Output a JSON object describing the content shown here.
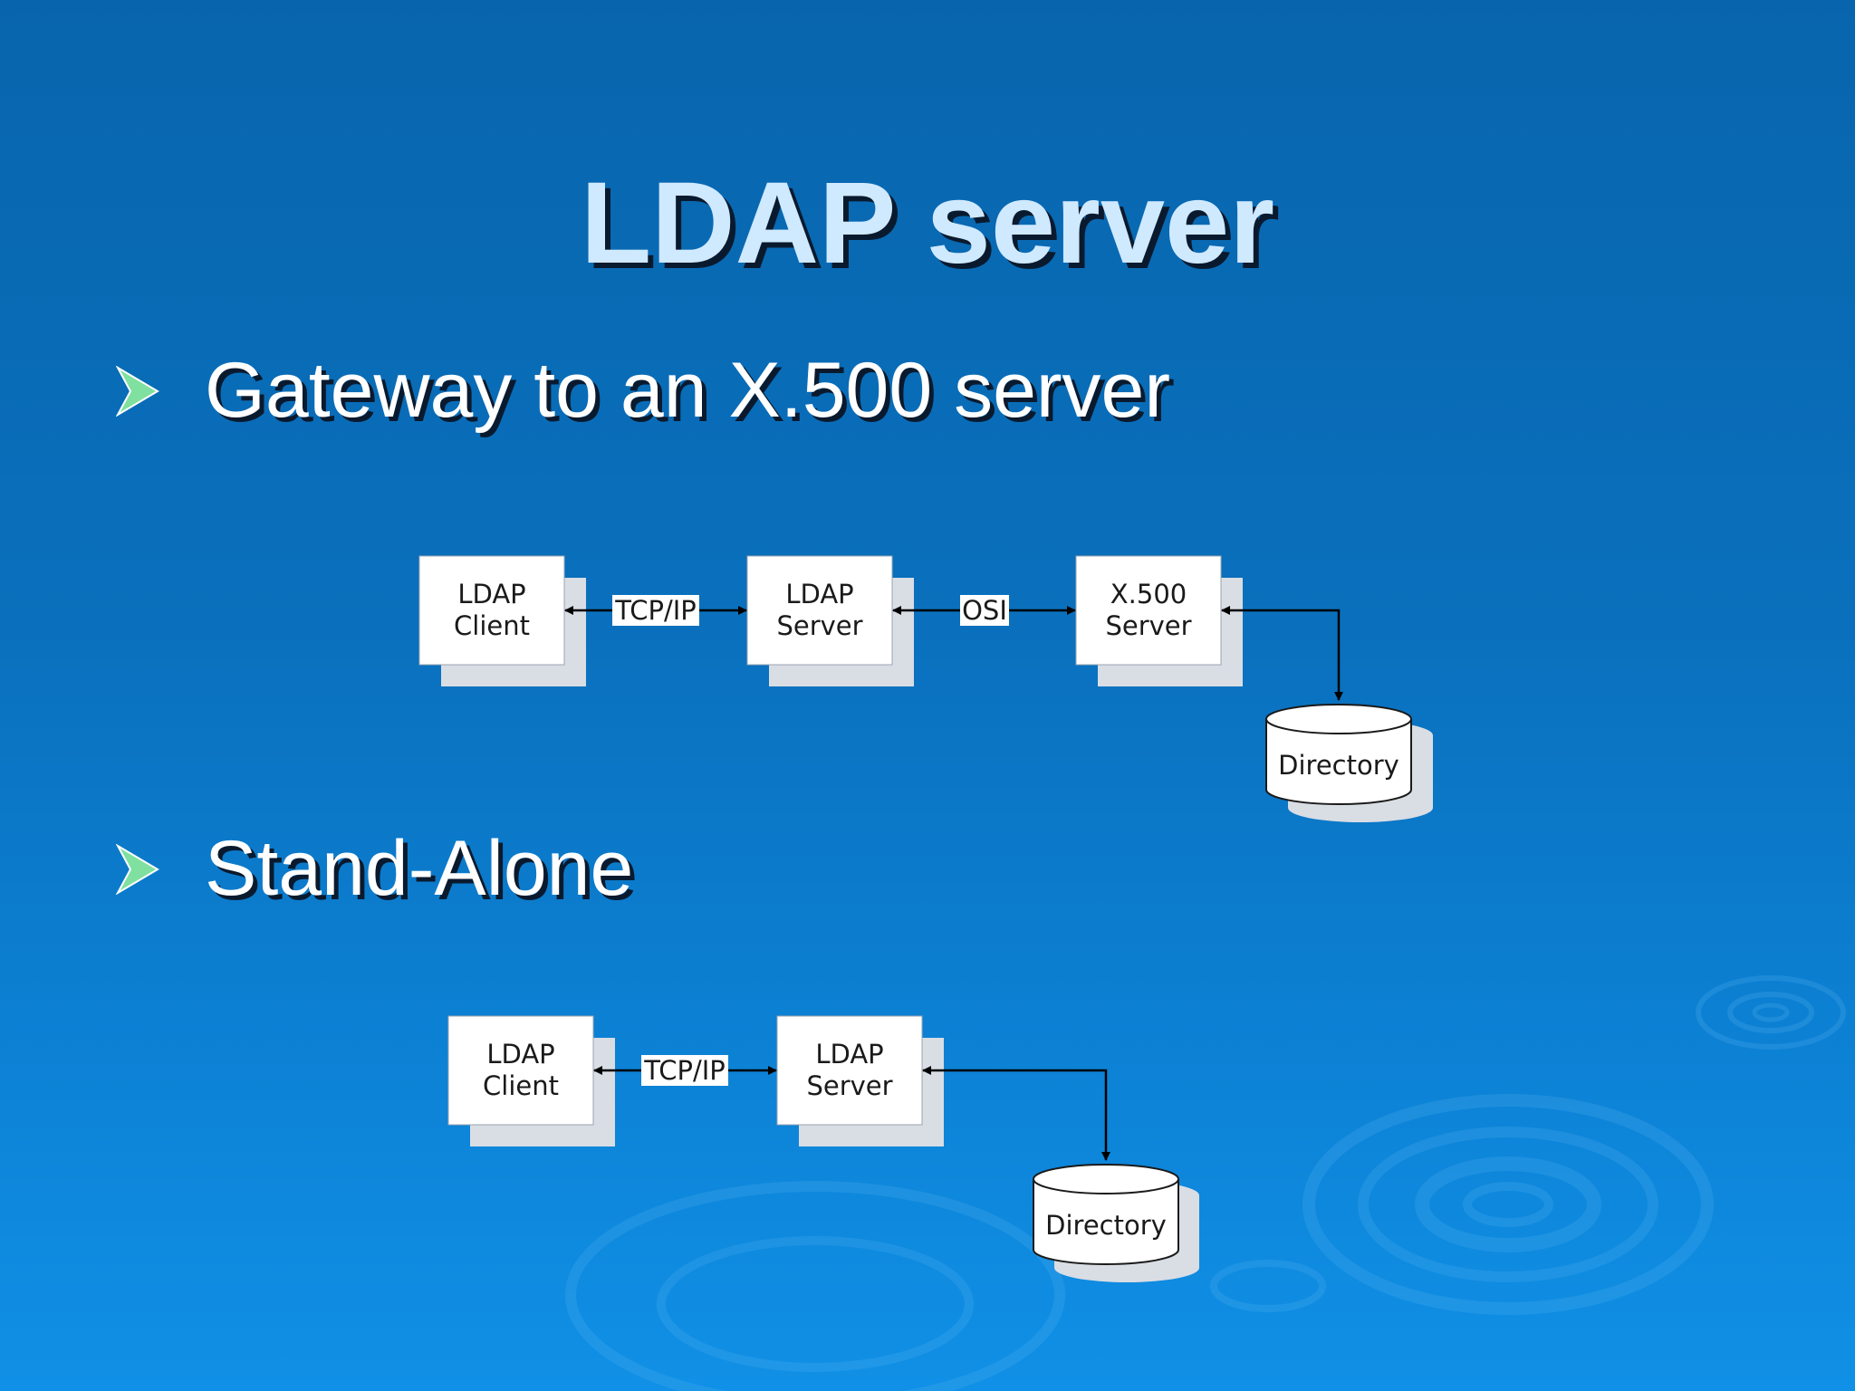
{
  "slide": {
    "title": "LDAP server",
    "bullets": [
      {
        "text": "Gateway to an X.500 server"
      },
      {
        "text": "Stand-Alone"
      }
    ]
  },
  "diagram_gateway": {
    "nodes": [
      {
        "id": "ldap-client",
        "line1": "LDAP",
        "line2": "Client"
      },
      {
        "id": "ldap-server",
        "line1": "LDAP",
        "line2": "Server"
      },
      {
        "id": "x500-server",
        "line1": "X.500",
        "line2": "Server"
      },
      {
        "id": "directory",
        "label": "Directory"
      }
    ],
    "edges": [
      {
        "from": "ldap-client",
        "to": "ldap-server",
        "label": "TCP/IP"
      },
      {
        "from": "ldap-server",
        "to": "x500-server",
        "label": "OSI"
      },
      {
        "from": "x500-server",
        "to": "directory",
        "label": ""
      }
    ]
  },
  "diagram_standalone": {
    "nodes": [
      {
        "id": "ldap-client",
        "line1": "LDAP",
        "line2": "Client"
      },
      {
        "id": "ldap-server",
        "line1": "LDAP",
        "line2": "Server"
      },
      {
        "id": "directory",
        "label": "Directory"
      }
    ],
    "edges": [
      {
        "from": "ldap-client",
        "to": "ldap-server",
        "label": "TCP/IP"
      },
      {
        "from": "ldap-server",
        "to": "directory",
        "label": ""
      }
    ]
  },
  "colors": {
    "background": "#0a70bd",
    "title": "#cfe9ff",
    "bullet_text": "#ffffff",
    "bullet_arrow": "#7fe0a0",
    "box_fill": "#ffffff",
    "box_shadow": "#d9dde4"
  },
  "icons": {
    "bullet": "arrowhead-bullet-icon"
  }
}
